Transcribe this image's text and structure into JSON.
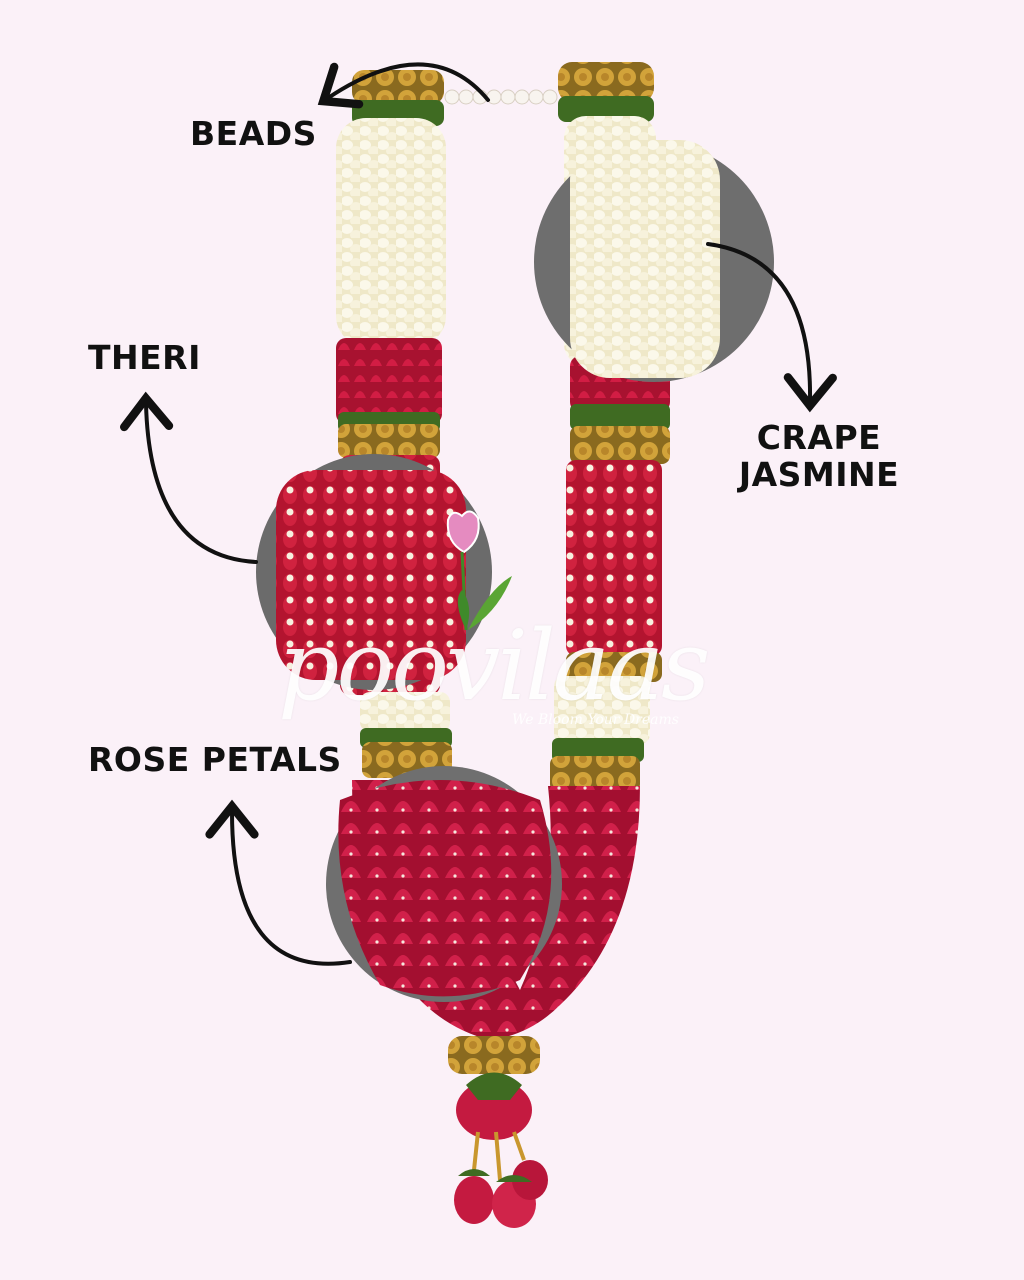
{
  "labels": {
    "beads": "BEADS",
    "theri": "THERI",
    "rose_petals": "ROSE PETALS",
    "crape_line1": "CRAPE",
    "crape_line2": "JASMINE"
  },
  "watermark": {
    "brand": "poovilaas",
    "tagline": "We Bloom Your Dreams"
  },
  "colors": {
    "background": "#fbf1f8",
    "jasmine": "#f3efd6",
    "rose": "#c81b45",
    "gold": "#c9972e",
    "leaf": "#3f6b22",
    "zoom_circle": "#6f6f6f",
    "arrow": "#111111"
  }
}
